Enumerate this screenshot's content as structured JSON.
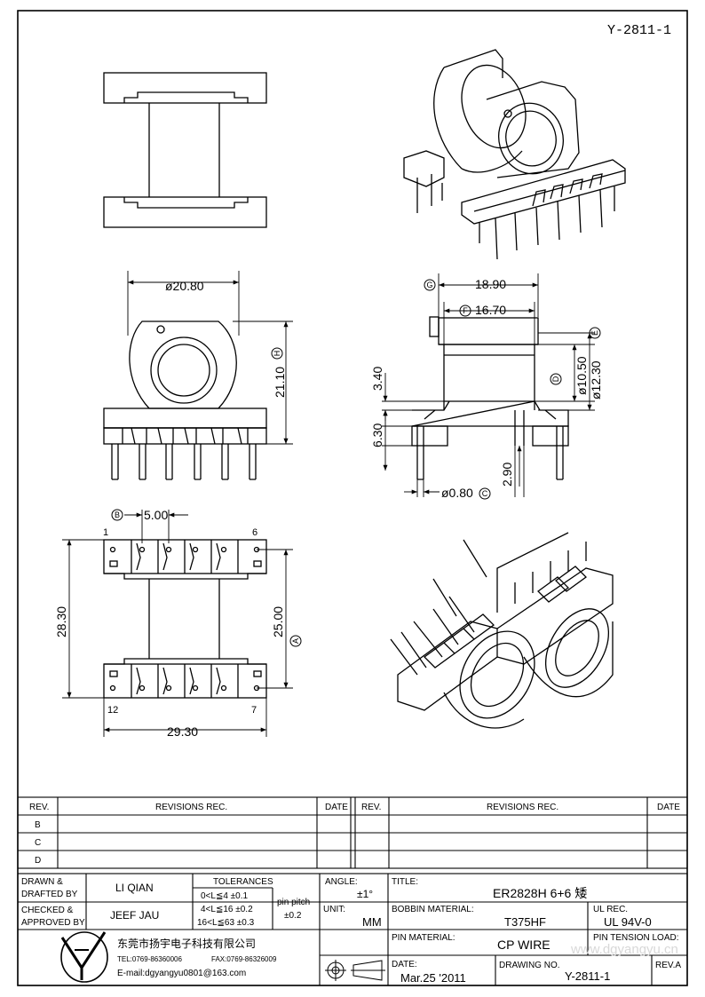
{
  "drawing_code": "Y-2811-1",
  "dimensions": {
    "d_20_80": "ø20.80",
    "d_21_10": "21.10",
    "h_label": "H",
    "d_18_90": "18.90",
    "g_label": "G",
    "d_16_70": "16.70",
    "f_label": "F",
    "e_label": "E",
    "d_10_50": "ø10.50",
    "d_12_30": "ø12.30",
    "d_3_40": "3.40",
    "d_6_30": "6.30",
    "d_2_90": "2.90",
    "d_0_80": "ø0.80",
    "c_label": "C",
    "b_label": "B",
    "d_5_00": "5.00",
    "d_28_30": "28.30",
    "d_25_00": "25.00",
    "a_label": "A",
    "d_29_30": "29.30",
    "pin_1": "1",
    "pin_6": "6",
    "pin_12": "12",
    "pin_7": "7"
  },
  "revisions": {
    "headers": [
      "REV.",
      "REVISIONS   REC.",
      "DATE",
      "REV.",
      "REVISIONS   REC.",
      "DATE"
    ],
    "rows": [
      "B",
      "C",
      "D"
    ]
  },
  "title_block": {
    "drawn_label_1": "DRAWN &",
    "drawn_label_2": "DRAFTED BY",
    "drawn_name": "LI QIAN",
    "checked_label_1": "CHECKED &",
    "checked_label_2": "APPROVED BY",
    "checked_name": "JEEF JAU",
    "tolerances_label": "TOLERANCES",
    "tol_1": "0<L≦4    ±0.1",
    "tol_2": "4<L≦16  ±0.2",
    "tol_3": "16<L≦63 ±0.3",
    "pin_pitch_label": "pin pitch",
    "pin_pitch_value": "±0.2",
    "angle_label": "ANGLE:",
    "angle_value": "±1°",
    "unit_label": "UNIT:",
    "unit_value": "MM",
    "title_label": "TITLE:",
    "title_value": "ER2828H  6+6  矮",
    "bobbin_material_label": "BOBBIN MATERIAL:",
    "bobbin_material_value": "T375HF",
    "ul_rec_label": "UL REC.",
    "ul_rec_value": "UL 94V-0",
    "pin_material_label": "PIN MATERIAL:",
    "pin_material_value": "CP WIRE",
    "pin_tension_label": "PIN TENSION LOAD:",
    "date_label": "DATE:",
    "date_value": "Mar.25 '2011",
    "drawing_no_label": "DRAWING NO.",
    "drawing_no_value": "Y-2811-1",
    "rev_a_label": "REV.A",
    "company_name": "东莞市扬宇电子科技有限公司",
    "tel": "TEL:0769-86360006",
    "fax": "FAX:0769-86326009",
    "email": "E-mail:dgyangyu0801@163.com",
    "watermark": "www.dgyangyu.cn"
  }
}
